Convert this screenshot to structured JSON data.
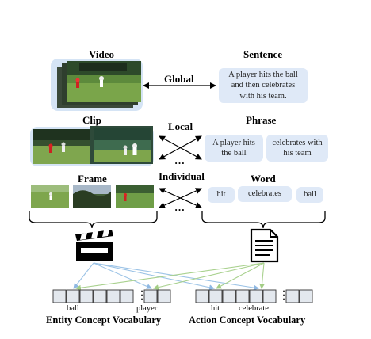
{
  "left_column": {
    "video_title": "Video",
    "clip_title": "Clip",
    "frame_title": "Frame"
  },
  "right_column": {
    "sentence_title": "Sentence",
    "phrase_title": "Phrase",
    "word_title": "Word",
    "sentence_text": "A player hits the ball and then celebrates with his team.",
    "phrase_1": "A player hits the ball",
    "phrase_2": "celebrates with his team",
    "words": [
      "hit",
      "celebrates",
      "ball"
    ]
  },
  "relations": {
    "global": "Global",
    "local": "Local",
    "individual": "Individual",
    "ellipsis": "…"
  },
  "vocabulary": {
    "entity_words": [
      "ball",
      "player"
    ],
    "action_words": [
      "hit",
      "celebrate"
    ],
    "entity_title": "Entity Concept Vocabulary",
    "action_title": "Action Concept Vocabulary",
    "ellipsis": "⋮"
  },
  "icons": {
    "video": "clapperboard-icon",
    "text": "document-icon"
  },
  "colors": {
    "panel_blue": "#d5e4f5",
    "bubble_blue": "#dfe9f7",
    "link_blue": "#9cc3e6",
    "link_green": "#a9d18e",
    "vocab_cell": "#e3e8ee"
  }
}
